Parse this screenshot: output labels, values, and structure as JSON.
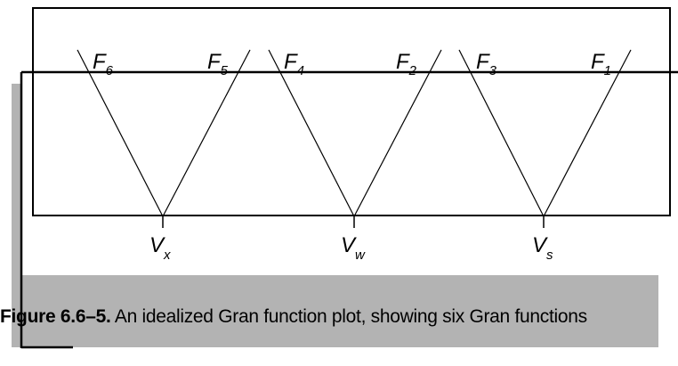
{
  "diagram": {
    "function_labels": [
      {
        "id": "F6",
        "base": "F",
        "sub": "6"
      },
      {
        "id": "F5",
        "base": "F",
        "sub": "5"
      },
      {
        "id": "F4",
        "base": "F",
        "sub": "4"
      },
      {
        "id": "F2",
        "base": "F",
        "sub": "2"
      },
      {
        "id": "F3",
        "base": "F",
        "sub": "3"
      },
      {
        "id": "F1",
        "base": "F",
        "sub": "1"
      }
    ],
    "equivalence_points": [
      {
        "id": "Vx",
        "base": "V",
        "sub": "x"
      },
      {
        "id": "Vw",
        "base": "V",
        "sub": "w"
      },
      {
        "id": "Vs",
        "base": "V",
        "sub": "s"
      }
    ]
  },
  "caption": {
    "label": "Figure 6.6–5.",
    "text": " An idealized Gran function plot, showing six Gran functions"
  }
}
